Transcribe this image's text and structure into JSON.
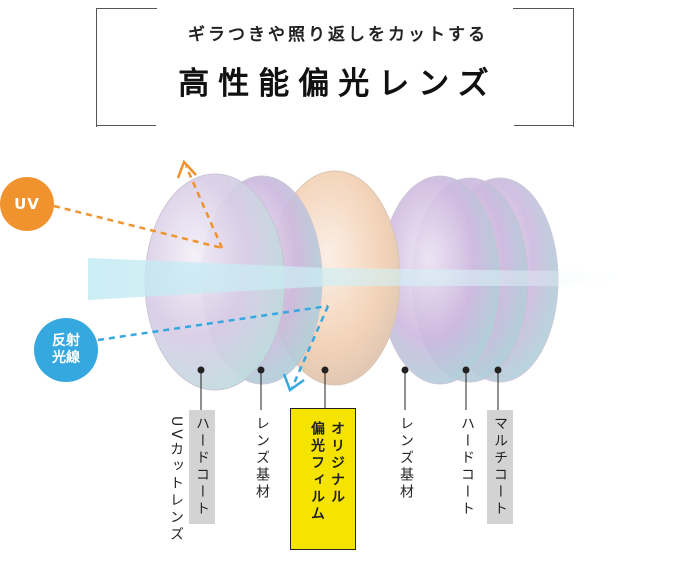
{
  "header": {
    "subtitle": "ギラつきや照り返しをカットする",
    "title": "高性能偏光レンズ"
  },
  "badges": {
    "uv": "UV",
    "reflect_line1": "反射",
    "reflect_line2": "光線"
  },
  "labels": [
    {
      "text": "ハードコート",
      "style": "gray"
    },
    {
      "text": "UVカットレンズ",
      "style": "plain"
    },
    {
      "text": "レンズ基材",
      "style": "plain"
    },
    {
      "text": "オリジナル",
      "style": "yellow"
    },
    {
      "text": "偏光フィルム",
      "style": "yellow"
    },
    {
      "text": "レンズ基材",
      "style": "plain"
    },
    {
      "text": "ハードコート",
      "style": "plain"
    },
    {
      "text": "マルチコート",
      "style": "gray"
    }
  ],
  "colors": {
    "uv_orange": "#f0932e",
    "reflect_blue": "#35a8e0",
    "film_yellow": "#f5e400",
    "label_gray": "#d3d3d3",
    "lens_purple": "#c8b4dc",
    "film_peach": "#f3d3b8"
  }
}
